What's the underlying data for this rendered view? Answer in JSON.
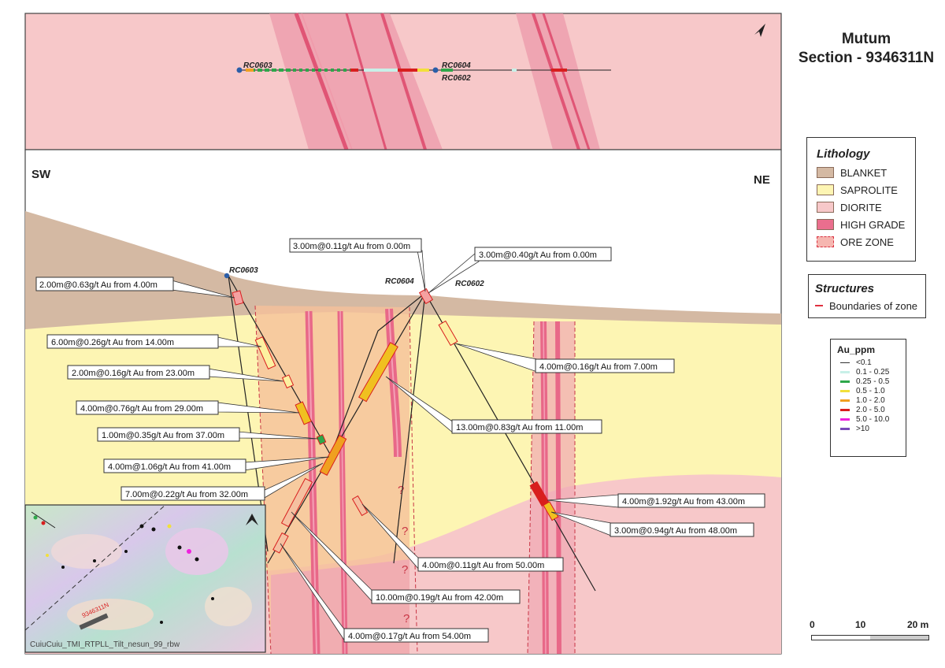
{
  "title": {
    "line1": "Mutum",
    "line2": "Section - 9346311N"
  },
  "section": {
    "sw": "SW",
    "ne": "NE"
  },
  "holes": {
    "rc0603": "RC0603",
    "rc0604": "RC0604",
    "rc0602": "RC0602"
  },
  "intercepts": [
    "3.00m@0.11g/t Au from 0.00m",
    "3.00m@0.40g/t Au from 0.00m",
    "2.00m@0.63g/t Au from 4.00m",
    "6.00m@0.26g/t Au from 14.00m",
    "2.00m@0.16g/t Au from 23.00m",
    "4.00m@0.76g/t Au from 29.00m",
    "1.00m@0.35g/t Au from 37.00m",
    "4.00m@1.06g/t Au from 41.00m",
    "7.00m@0.22g/t Au from 32.00m",
    "4.00m@0.16g/t Au from 7.00m",
    "13.00m@0.83g/t Au from 11.00m",
    "4.00m@1.92g/t Au from 43.00m",
    "3.00m@0.94g/t Au from 48.00m",
    "4.00m@0.11g/t Au from 50.00m",
    "10.00m@0.19g/t Au from 42.00m",
    "4.00m@0.17g/t Au from 54.00m"
  ],
  "lithology": {
    "title": "Lithology",
    "items": [
      {
        "label": "BLANKET",
        "color": "#d4b9a3"
      },
      {
        "label": "SAPROLITE",
        "color": "#fdf5b3"
      },
      {
        "label": "DIORITE",
        "color": "#f7c8c9"
      },
      {
        "label": "HIGH GRADE",
        "color": "#ea6e8e"
      },
      {
        "label": "ORE ZONE",
        "color": "#f6b6b0"
      }
    ]
  },
  "structures": {
    "title": "Structures",
    "items": [
      {
        "label": "Boundaries of zone",
        "color": "#e03040"
      }
    ]
  },
  "au_ppm": {
    "title": "Au_ppm",
    "items": [
      {
        "label": "<0.1",
        "color": "#333333"
      },
      {
        "label": "0.1 - 0.25",
        "color": "#c8f0e8"
      },
      {
        "label": "0.25 - 0.5",
        "color": "#2ea84a"
      },
      {
        "label": "0.5 - 1.0",
        "color": "#f2e03a"
      },
      {
        "label": "1.0 - 2.0",
        "color": "#f0a020"
      },
      {
        "label": "2.0 - 5.0",
        "color": "#d81e1e"
      },
      {
        "label": "5.0 - 10.0",
        "color": "#ee22dd"
      },
      {
        "label": ">10",
        "color": "#7a48b8"
      }
    ]
  },
  "scale": {
    "t0": "0",
    "t1": "10",
    "t2": "20 m"
  },
  "inset": {
    "label": "CuiuCuiu_TMI_RTPLL_Tilt_nesun_99_rbw",
    "section_tag": "9346311N"
  }
}
